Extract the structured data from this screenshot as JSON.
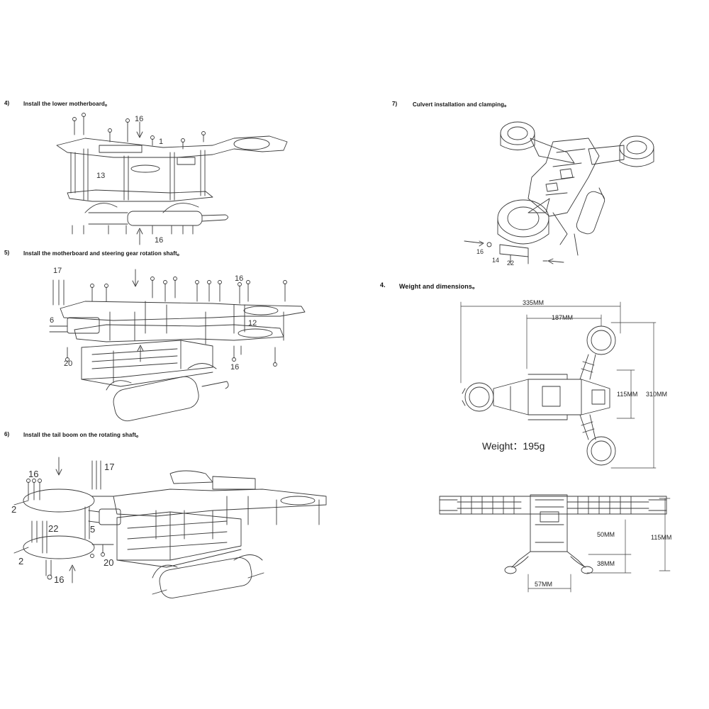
{
  "steps": {
    "s4": {
      "num": "4)",
      "text": "Install the lower motherboard。"
    },
    "s5": {
      "num": "5)",
      "text": "Install the motherboard and steering gear rotation shaft。"
    },
    "s6": {
      "num": "6)",
      "text": "Install the tail boom on the rotating shaft。"
    },
    "s7": {
      "num": "7)",
      "text": "Culvert installation and clamping。"
    },
    "sw": {
      "num": "4.",
      "text": "Weight and dimensions。"
    }
  },
  "callouts": {
    "d4": {
      "c16a": "16",
      "c1": "1",
      "c13": "13",
      "c16b": "16"
    },
    "d5": {
      "c17": "17",
      "c16a": "16",
      "c6": "6",
      "c12": "12",
      "c20": "20",
      "c16b": "16"
    },
    "d6": {
      "c16a": "16",
      "c17": "17",
      "c2a": "2",
      "c22": "22",
      "c5": "5",
      "c2b": "2",
      "c20": "20",
      "c16b": "16"
    },
    "d7": {
      "c16": "16",
      "c14": "14",
      "c22": "22"
    }
  },
  "dimensions": {
    "top": {
      "width_total": "335MM",
      "width_partial": "187MM",
      "height_inner": "115MM",
      "height_total": "310MM"
    },
    "weight": "Weight：195g",
    "side": {
      "h50": "50MM",
      "h38": "38MM",
      "h115": "115MM",
      "w57": "57MM"
    }
  }
}
